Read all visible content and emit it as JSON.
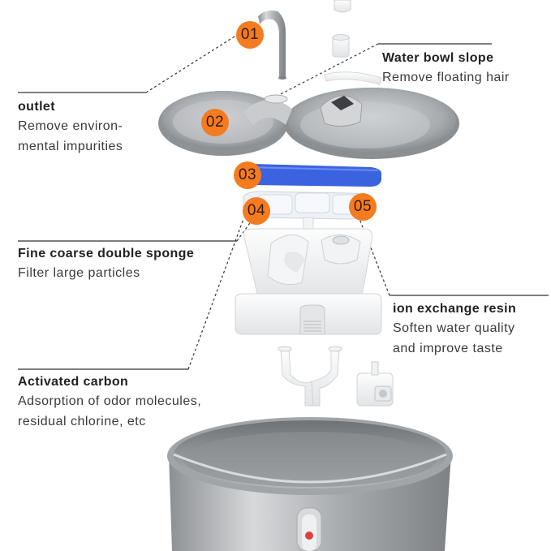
{
  "badges": [
    "01",
    "02",
    "03",
    "04",
    "05"
  ],
  "labels": {
    "water_bowl": {
      "title": "Water bowl slope",
      "desc": [
        "Remove floating hair"
      ]
    },
    "outlet": {
      "title": "outlet",
      "desc": [
        "Remove environ-",
        "mental impurities"
      ]
    },
    "sponge": {
      "title": "Fine coarse double sponge",
      "desc": [
        "Filter large particles"
      ]
    },
    "resin": {
      "title": "ion exchange resin",
      "desc": [
        "Soften water quality",
        "and improve taste"
      ]
    },
    "carbon": {
      "title": "Activated carbon",
      "desc": [
        "Adsorption of odor molecules,",
        "residual chlorine, etc"
      ]
    }
  },
  "colors": {
    "badge": "#f47c20",
    "sponge": "#3b63e0",
    "steel": "#b9bcbf",
    "indicator": "#e04040"
  }
}
